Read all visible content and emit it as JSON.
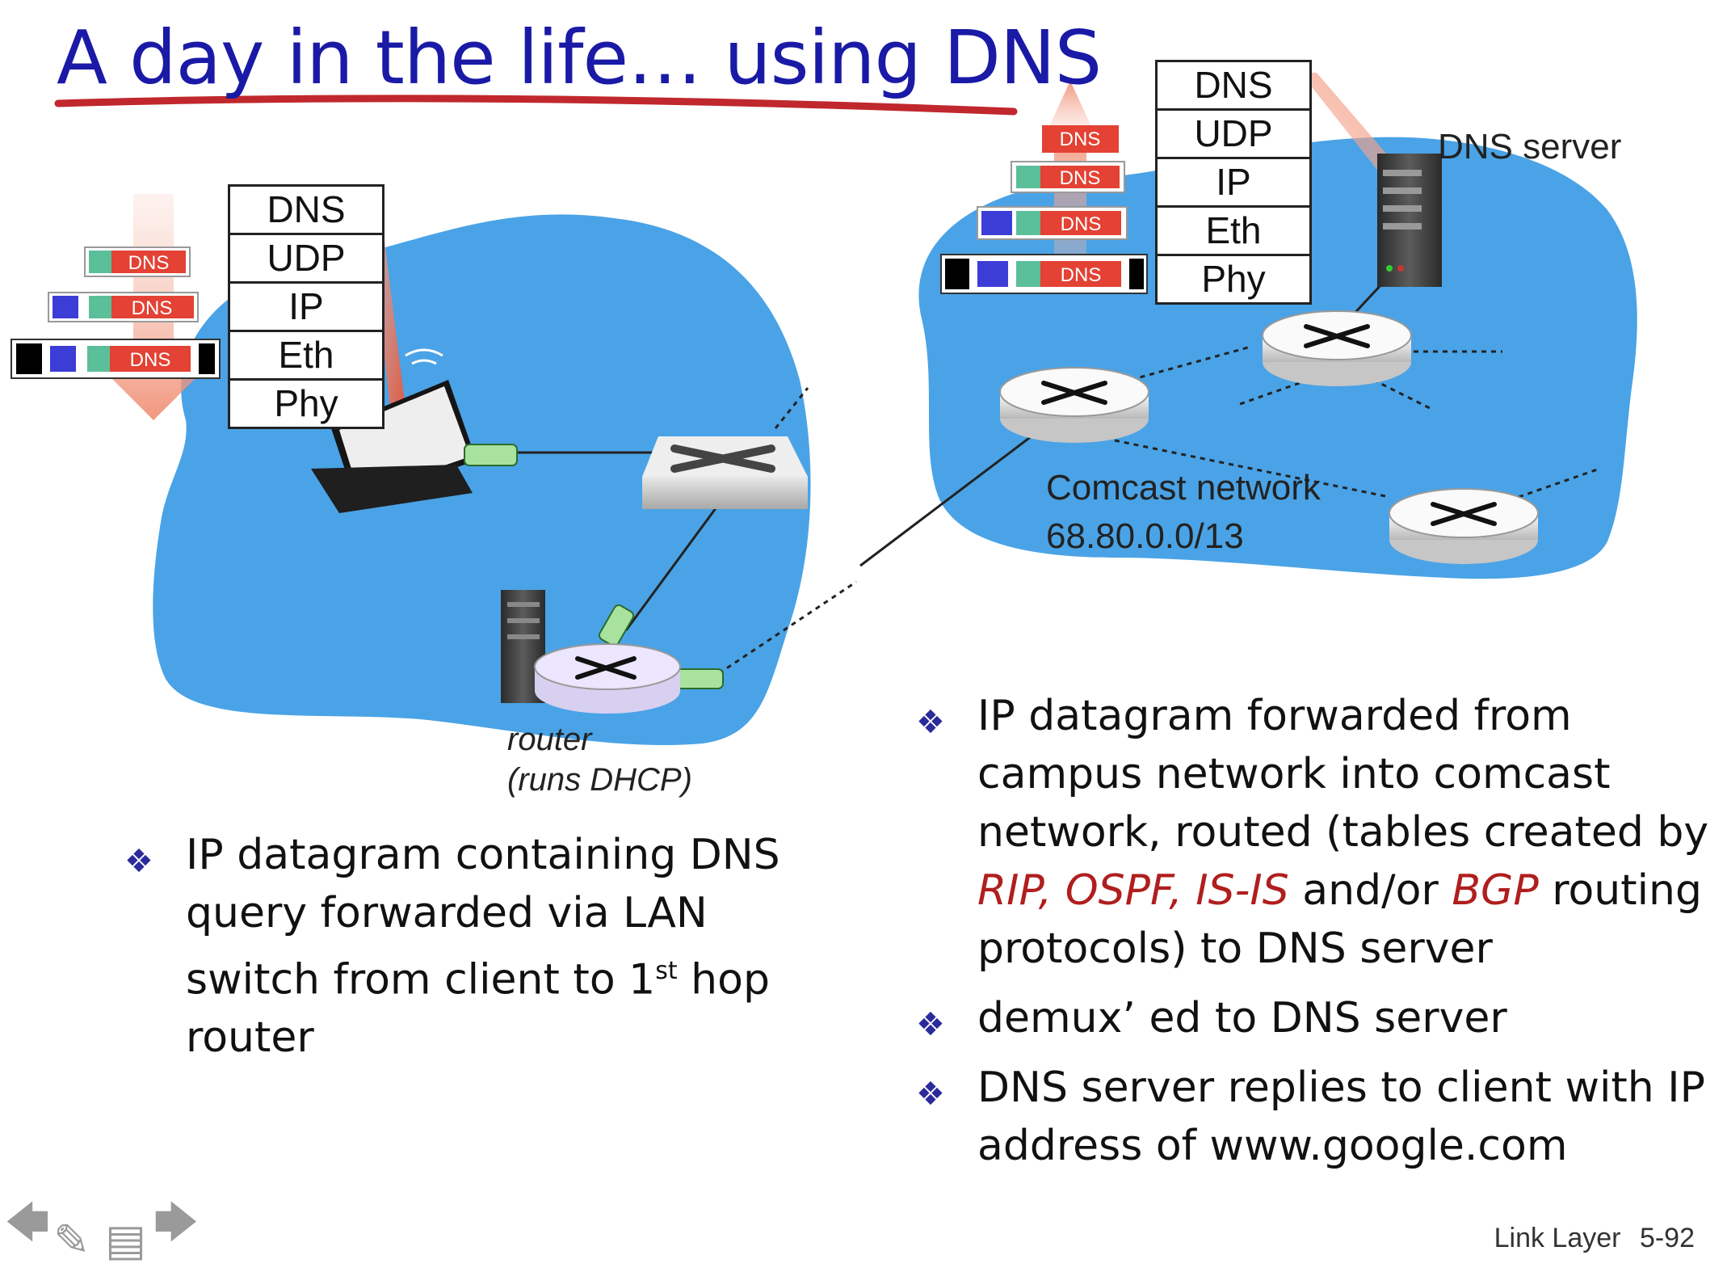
{
  "slide": {
    "title": "A day in the life… using DNS",
    "footer_label": "Link Layer",
    "footer_page": "5-92"
  },
  "client_stack": {
    "layers": [
      "DNS",
      "UDP",
      "IP",
      "Eth",
      "Phy"
    ]
  },
  "server_stack": {
    "layers": [
      "DNS",
      "UDP",
      "IP",
      "Eth",
      "Phy"
    ]
  },
  "packet_tag": "DNS",
  "labels": {
    "dns_server": "DNS server",
    "comcast_line1": "Comcast network",
    "comcast_line2": "68.80.0.0/13",
    "router_line1": "router",
    "router_line2": "(runs DHCP)"
  },
  "left_bullet": {
    "text_before": "IP datagram containing DNS query forwarded via LAN switch from client to 1",
    "superscript": "st",
    "text_after": " hop router"
  },
  "right_bullets": {
    "b1_part1": "IP datagram forwarded from campus network into comcast network, routed (tables created by ",
    "b1_red1": "RIP, OSPF, IS-IS",
    "b1_part2": " and/or ",
    "b1_red2": "BGP",
    "b1_part3": " routing protocols) to DNS server",
    "b2": "demux’ ed to DNS server",
    "b3": "DNS server replies to client with IP address of www.google.com"
  },
  "icons": {
    "bullet": "four-diamond-bullet-icon",
    "back": "back-arrow-icon",
    "pen": "pen-icon",
    "menu": "menu-icon",
    "forward": "forward-arrow-icon"
  },
  "colors": {
    "network_blue": "#4aa3e6",
    "dns_red": "#e34234",
    "udp_teal": "#5bbf9a",
    "ip_blue": "#3c3cd6",
    "eth_black": "#000000",
    "title_blue": "#1a1aa6",
    "title_underline": "#c0282d",
    "protocol_red": "#b01e1e"
  }
}
